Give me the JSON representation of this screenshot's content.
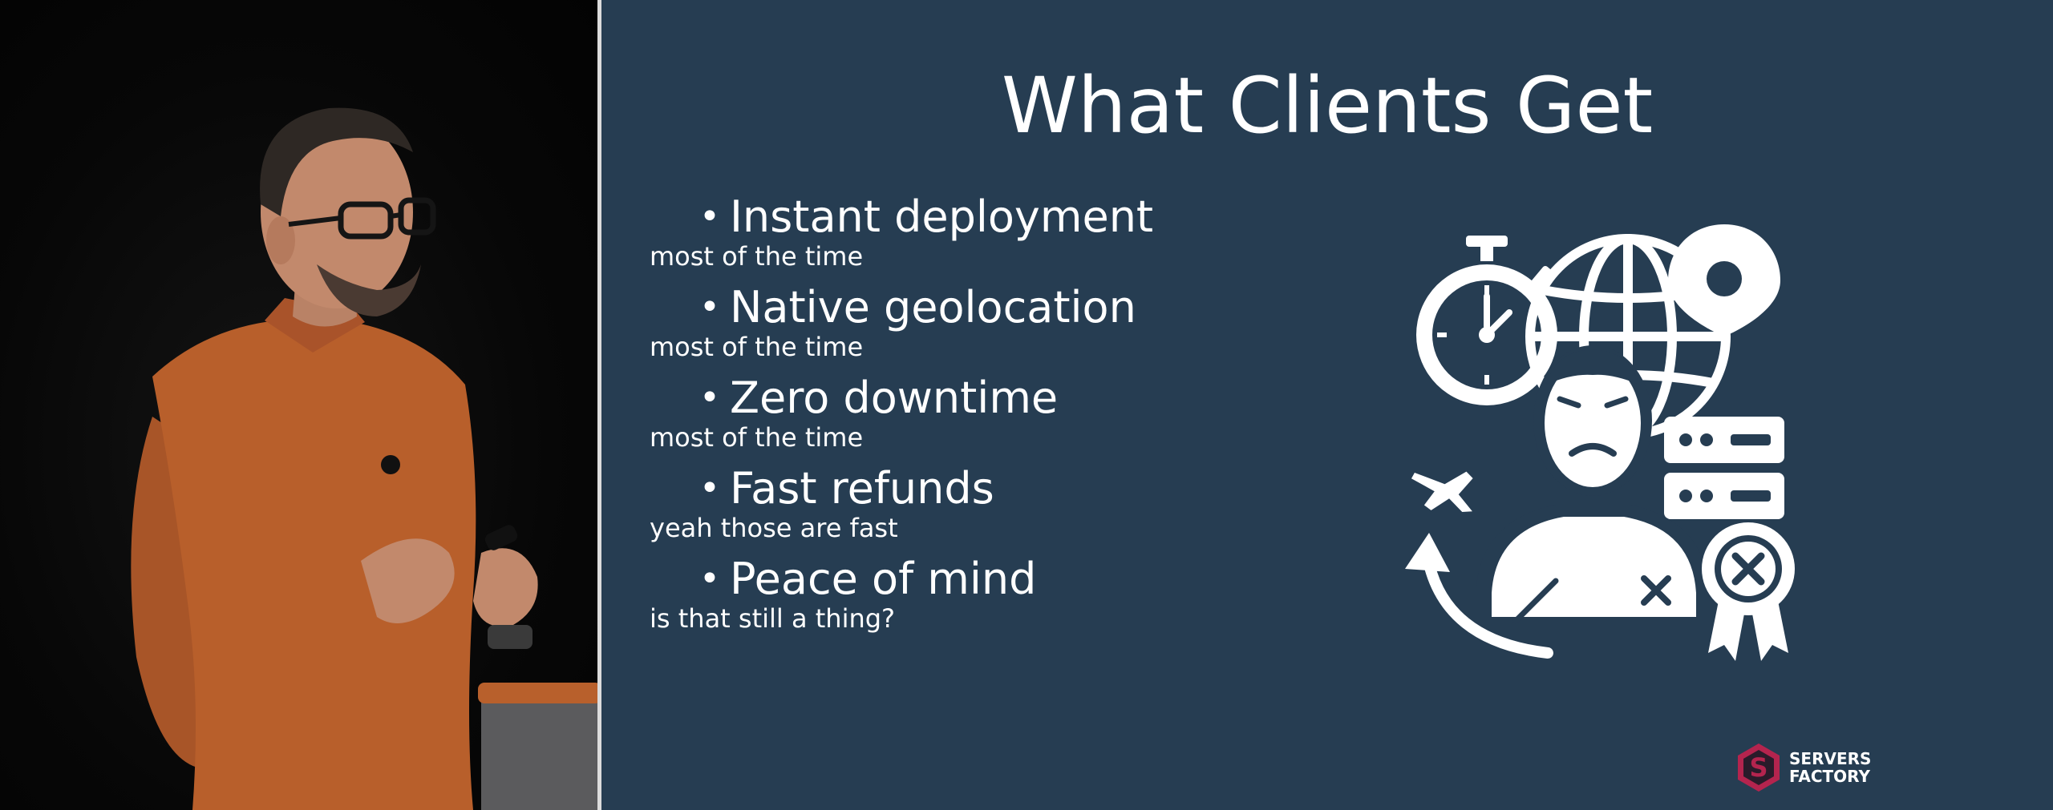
{
  "slide": {
    "title": "What Clients Get",
    "bullet_glyph": "•",
    "bullets": [
      {
        "main": "Instant deployment",
        "sub": "most of the time"
      },
      {
        "main": "Native geolocation",
        "sub": "most of the time"
      },
      {
        "main": "Zero downtime",
        "sub": "most of the time"
      },
      {
        "main": "Fast refunds",
        "sub": "yeah those are fast"
      },
      {
        "main": "Peace of mind",
        "sub": "is that still a thing?"
      }
    ],
    "illustration_icons": [
      "stopwatch-icon",
      "globe-icon",
      "location-pin-icon",
      "sad-user-icon",
      "server-rack-icon",
      "airplane-icon",
      "refresh-arrow-icon",
      "x-badge-icon"
    ],
    "colors": {
      "background": "#263d52",
      "text": "#ffffff",
      "brand_accent": "#b4244e"
    }
  },
  "brand": {
    "line1": "SERVERS",
    "line2": "FACTORY",
    "logo_letter": "S"
  },
  "speaker": {
    "shirt_color": "#b85f2b"
  }
}
